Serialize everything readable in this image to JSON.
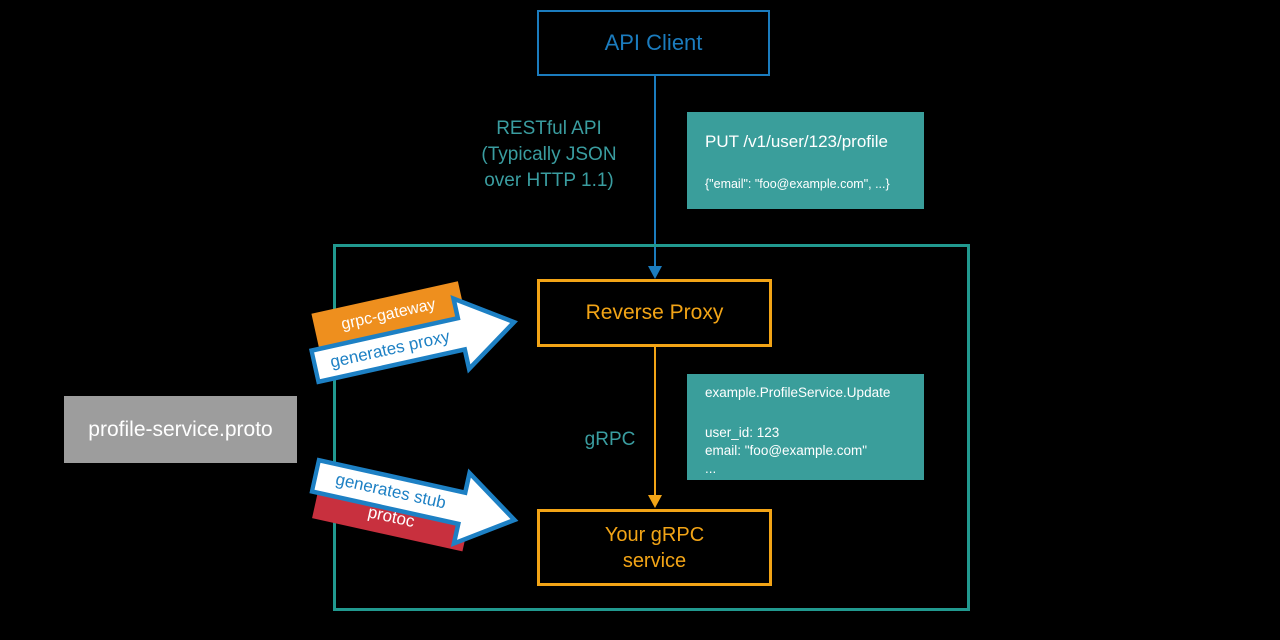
{
  "nodes": {
    "api_client": "API Client",
    "reverse_proxy": "Reverse Proxy",
    "grpc_service_line1": "Your gRPC",
    "grpc_service_line2": "service",
    "proto_file": "profile-service.proto"
  },
  "labels": {
    "rest_line1": "RESTful API",
    "rest_line2": "(Typically JSON",
    "rest_line3": "over HTTP 1.1)",
    "grpc": "gRPC"
  },
  "payloads": {
    "rest": {
      "title": "PUT /v1/user/123/profile",
      "body": "{\"email\": \"foo@example.com\", ...}"
    },
    "grpc": {
      "title": "example.ProfileService.Update",
      "lines": [
        "user_id: 123",
        "email: \"foo@example.com\"",
        "..."
      ]
    }
  },
  "arrows": {
    "gateway_band": "grpc-gateway",
    "gateway_text": "generates proxy",
    "protoc_text": "generates stub",
    "protoc_band": "protoc"
  },
  "colors": {
    "background": "#000000",
    "blue": "#1b7cbe",
    "arrow_stroke_blue": "#1d80c4",
    "teal_text": "#3a9da0",
    "teal_fill": "#3a9e9b",
    "teal_border": "#21998f",
    "orange": "#f2a416",
    "orange_band": "#ee8f1e",
    "red_band": "#c8303e",
    "gray_fill": "#9d9d9d",
    "white": "#ffffff"
  }
}
